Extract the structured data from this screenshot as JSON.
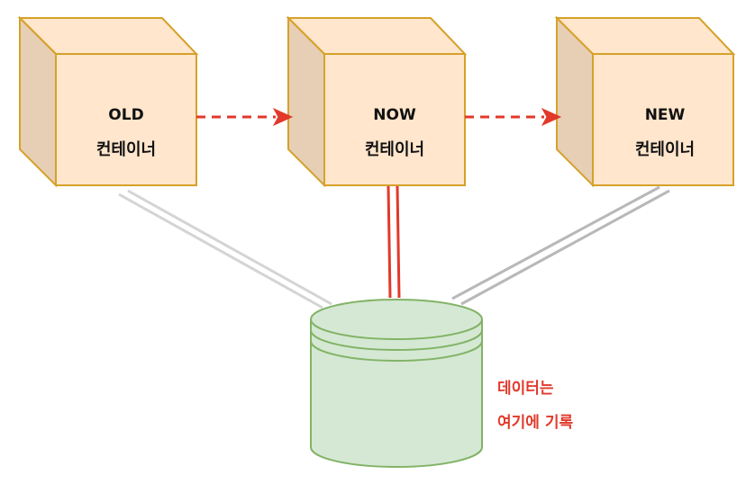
{
  "containers": {
    "old": {
      "title": "OLD",
      "subtitle": "컨테이너"
    },
    "now": {
      "title": "NOW",
      "subtitle": "컨테이너"
    },
    "new": {
      "title": "NEW",
      "subtitle": "컨테이너"
    }
  },
  "storage_note": {
    "line1": "데이터는",
    "line2": "여기에 기록",
    "color": "#e2392b"
  },
  "colors": {
    "box_front": "#ffe6cc",
    "box_side": "#e6cfb5",
    "box_stroke": "#d6a12a",
    "db_fill": "#d5e8d4",
    "db_stroke": "#82b366",
    "arrow": "#e2392b",
    "active_link": "#e2392b",
    "inactive_link_light": "#cfcfcf",
    "inactive_link_dark": "#bdbdbd"
  }
}
